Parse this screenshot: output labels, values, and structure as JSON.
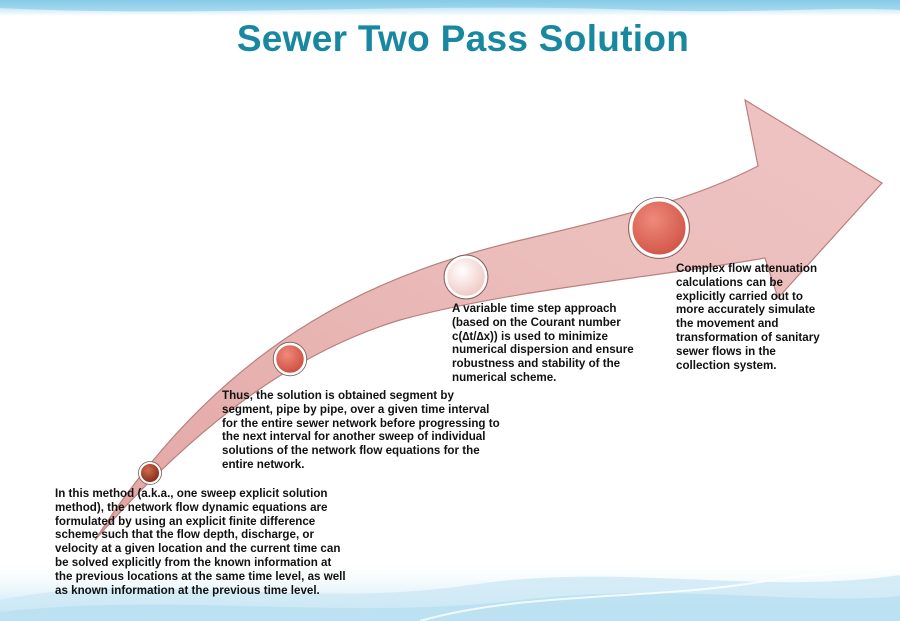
{
  "title": "Sewer Two Pass Solution",
  "steps": [
    {
      "text": "In this method (a.k.a., one sweep explicit solution\nmethod), the network flow dynamic equations are\nformulated by using an explicit finite difference\nscheme such  that the flow depth, discharge, or\nvelocity at a given location and the current time can\nbe solved explicitly from the known information at\nthe previous locations at the same time level, as well\nas known information at the previous time level."
    },
    {
      "text": "Thus, the solution  is obtained segment by\nsegment, pipe by pipe, over a given time interval\nfor the entire sewer network before progressing  to\nthe next interval for another sweep of individual\nsolutions  of the network flow equations for the\nentire network."
    },
    {
      "text": "A variable time step approach\n(based on the Courant number\nc(∆t/∆x)) is used to minimize\nnumerical dispersion and ensure\nrobustness  and stability of the\nnumerical scheme."
    },
    {
      "text": "Complex flow attenuation\ncalculations can be\nexplicitly carried out to\nmore accurately simulate\nthe movement and\ntransformation  of sanitary\nsewer flows in the\ncollection system."
    }
  ],
  "colors": {
    "title": "#17889f",
    "arrow_fill": "#e9b8b6",
    "arrow_edge": "#b07a78",
    "marker_dark": "#9a2e1c",
    "marker_mid": "#d9574a",
    "marker_light": "#f3d0cc",
    "marker_large": "#dc6455"
  }
}
